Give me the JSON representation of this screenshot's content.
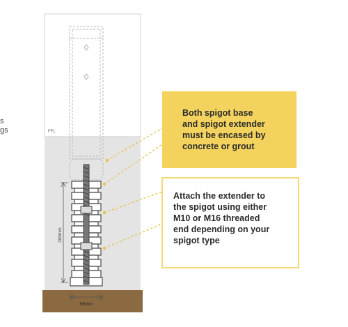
{
  "left_edge_text": [
    "s",
    "gs"
  ],
  "labels": {
    "ffl": "FFL",
    "height": "200mm",
    "width": "55mm"
  },
  "callout_encase": {
    "lines": [
      "Both spigot base",
      "and spigot extender",
      "must be encased by",
      "concrete or grout"
    ],
    "fill": "#f3d35d",
    "text_color": "#2b2b2b"
  },
  "callout_attach": {
    "lines": [
      "Attach the extender to",
      "the spigot using either",
      "M10 or M16 threaded",
      "end depending on your",
      "spigot type"
    ],
    "fill": "#ffffff",
    "border": "#f0cf50",
    "text_color": "#2b2b2b"
  },
  "colors": {
    "accent_yellow": "#f3d35d",
    "concrete_grey": "#e4e4e4",
    "soil_brown": "#8b6a41",
    "outline": "#555555",
    "dashed": "#b7b7b7"
  }
}
